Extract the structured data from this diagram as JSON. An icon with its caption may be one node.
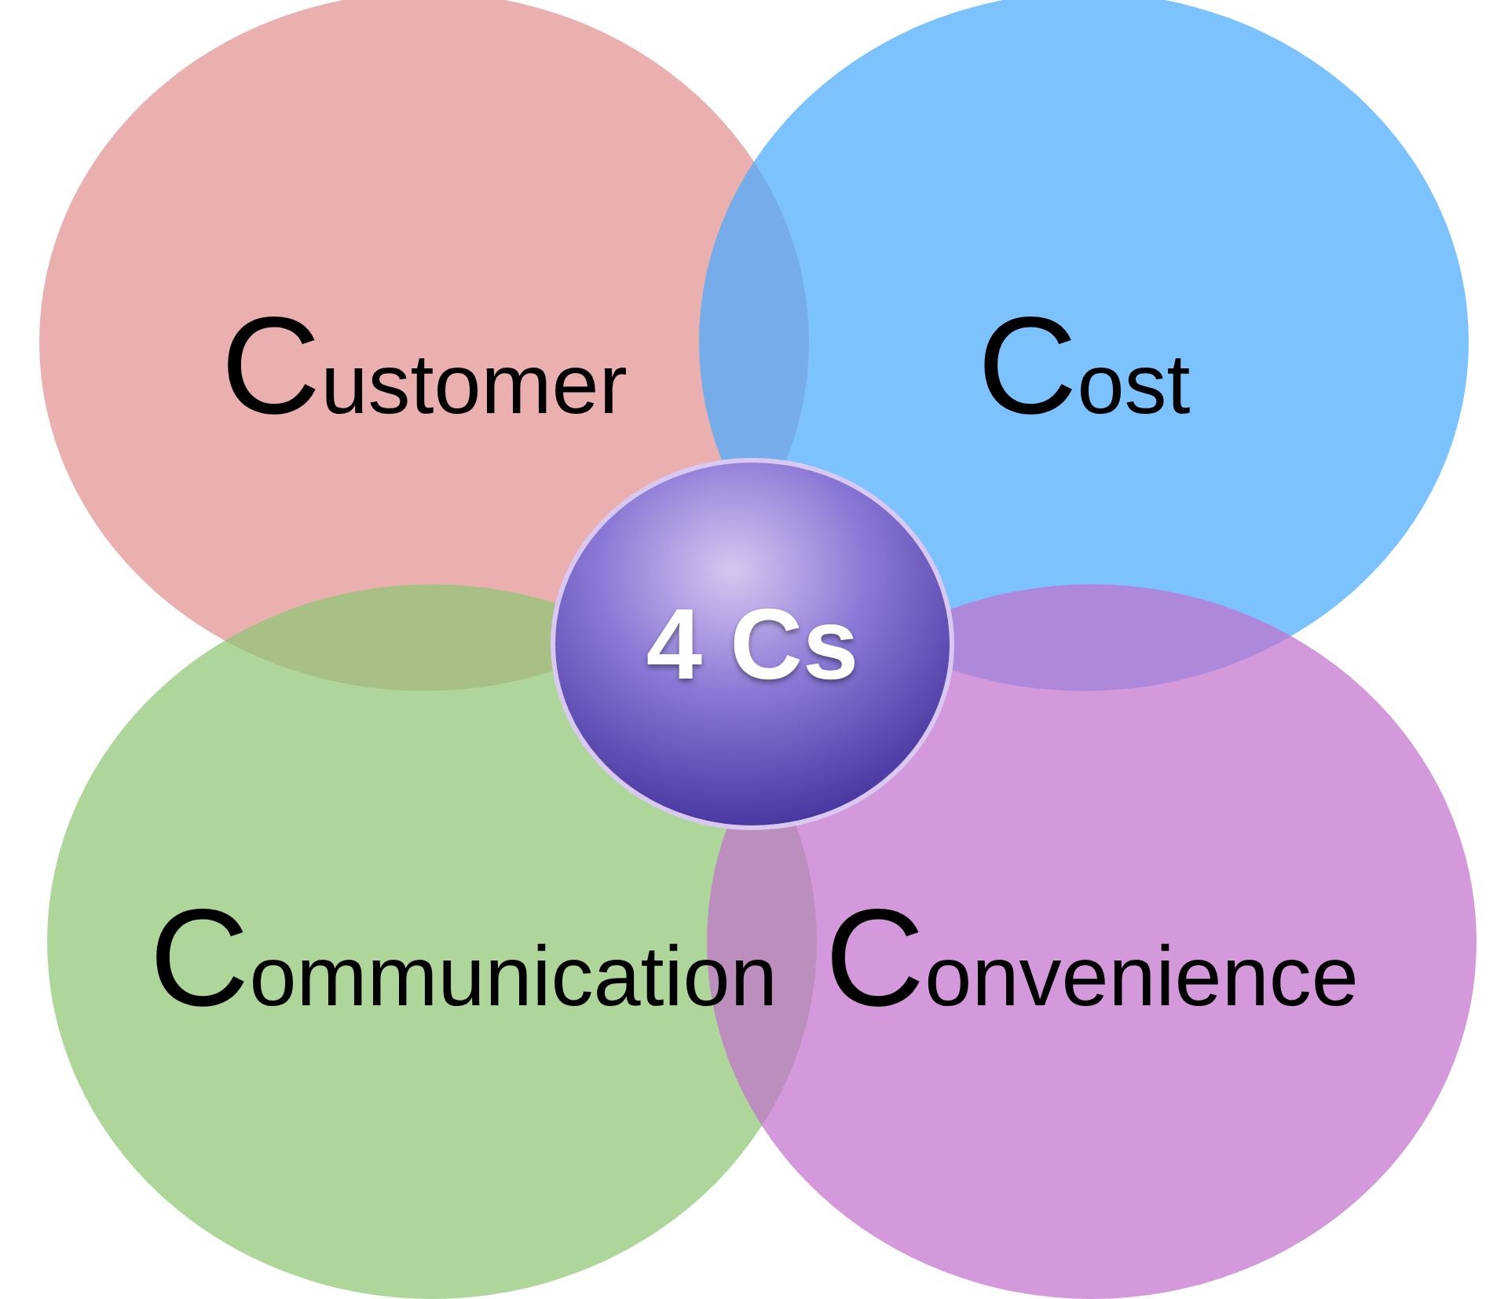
{
  "diagram": {
    "nodes": [
      {
        "text": [
          "Customer"
        ]
      },
      {
        "text": [
          "Cost"
        ]
      },
      {
        "text": [
          "4 Cs"
        ]
      },
      {
        "text": [
          "Communication"
        ]
      },
      {
        "text": [
          "Convenience"
        ]
      }
    ]
  }
}
